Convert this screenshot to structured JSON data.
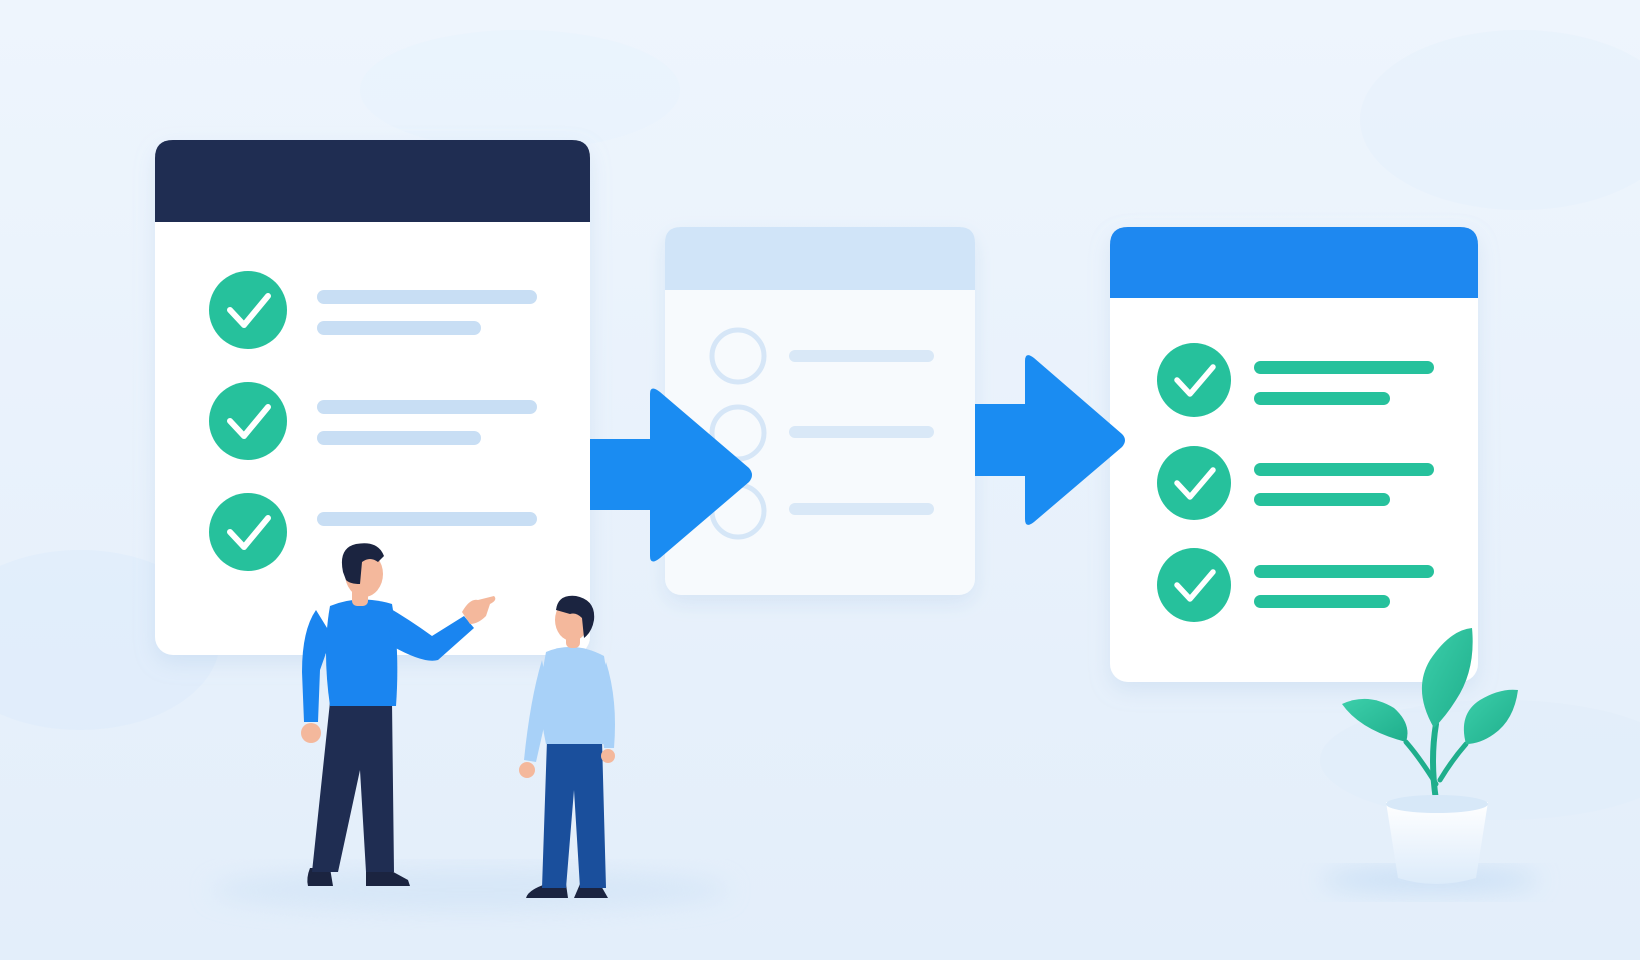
{
  "illustration": {
    "theme": "checklist-workflow",
    "colors": {
      "background_top": "#eef5fd",
      "background_bottom": "#e4effb",
      "card_white": "#ffffff",
      "header_navy": "#1f2d52",
      "header_blue": "#1e88f0",
      "header_light": "#cfe4f8",
      "check_green": "#26c19c",
      "line_green": "#26c19c",
      "line_light_blue": "#c8def4",
      "arrow_blue": "#1a8cf2",
      "shirt_blue": "#1a85f0",
      "shirt_light_blue": "#a8d1f8",
      "pants_navy": "#1f2d52",
      "pants_blue": "#1a4f9c",
      "skin": "#f4b89c",
      "hair": "#1b2440",
      "leaf_green": "#2ec4a0",
      "pot_white": "#f5faff"
    },
    "panels": [
      {
        "state": "done",
        "header": "navy",
        "items": 3,
        "item_status": "checked"
      },
      {
        "state": "pending",
        "header": "light",
        "items": 3,
        "item_status": "empty"
      },
      {
        "state": "done",
        "header": "blue",
        "items": 3,
        "item_status": "checked"
      }
    ],
    "icons": [
      "check-circle-icon",
      "empty-circle-icon",
      "arrow-right-icon",
      "person-figure",
      "potted-plant"
    ]
  }
}
